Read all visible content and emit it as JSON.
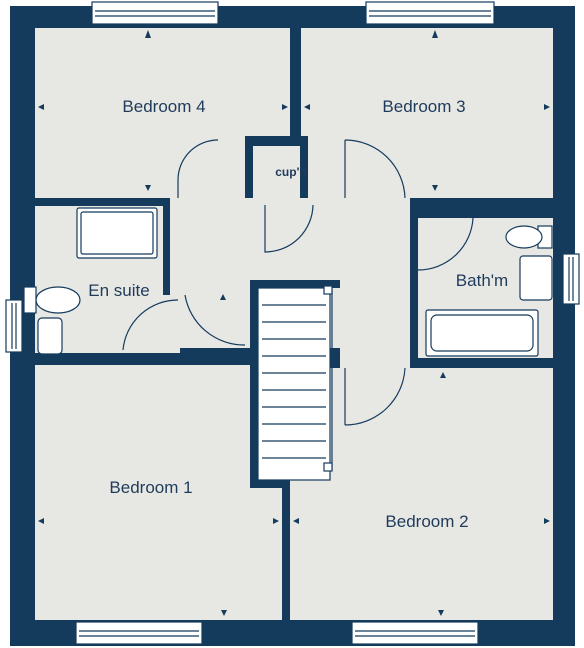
{
  "rooms": {
    "bedroom4": "Bedroom 4",
    "bedroom3": "Bedroom 3",
    "cupboard": "cup'd",
    "bathroom": "Bath'm",
    "ensuite": "En suite",
    "bedroom1": "Bedroom 1",
    "bedroom2": "Bedroom 2"
  },
  "colors": {
    "wall": "#153b5c",
    "floor": "#e7e7e4",
    "text": "#1f3b5a"
  }
}
